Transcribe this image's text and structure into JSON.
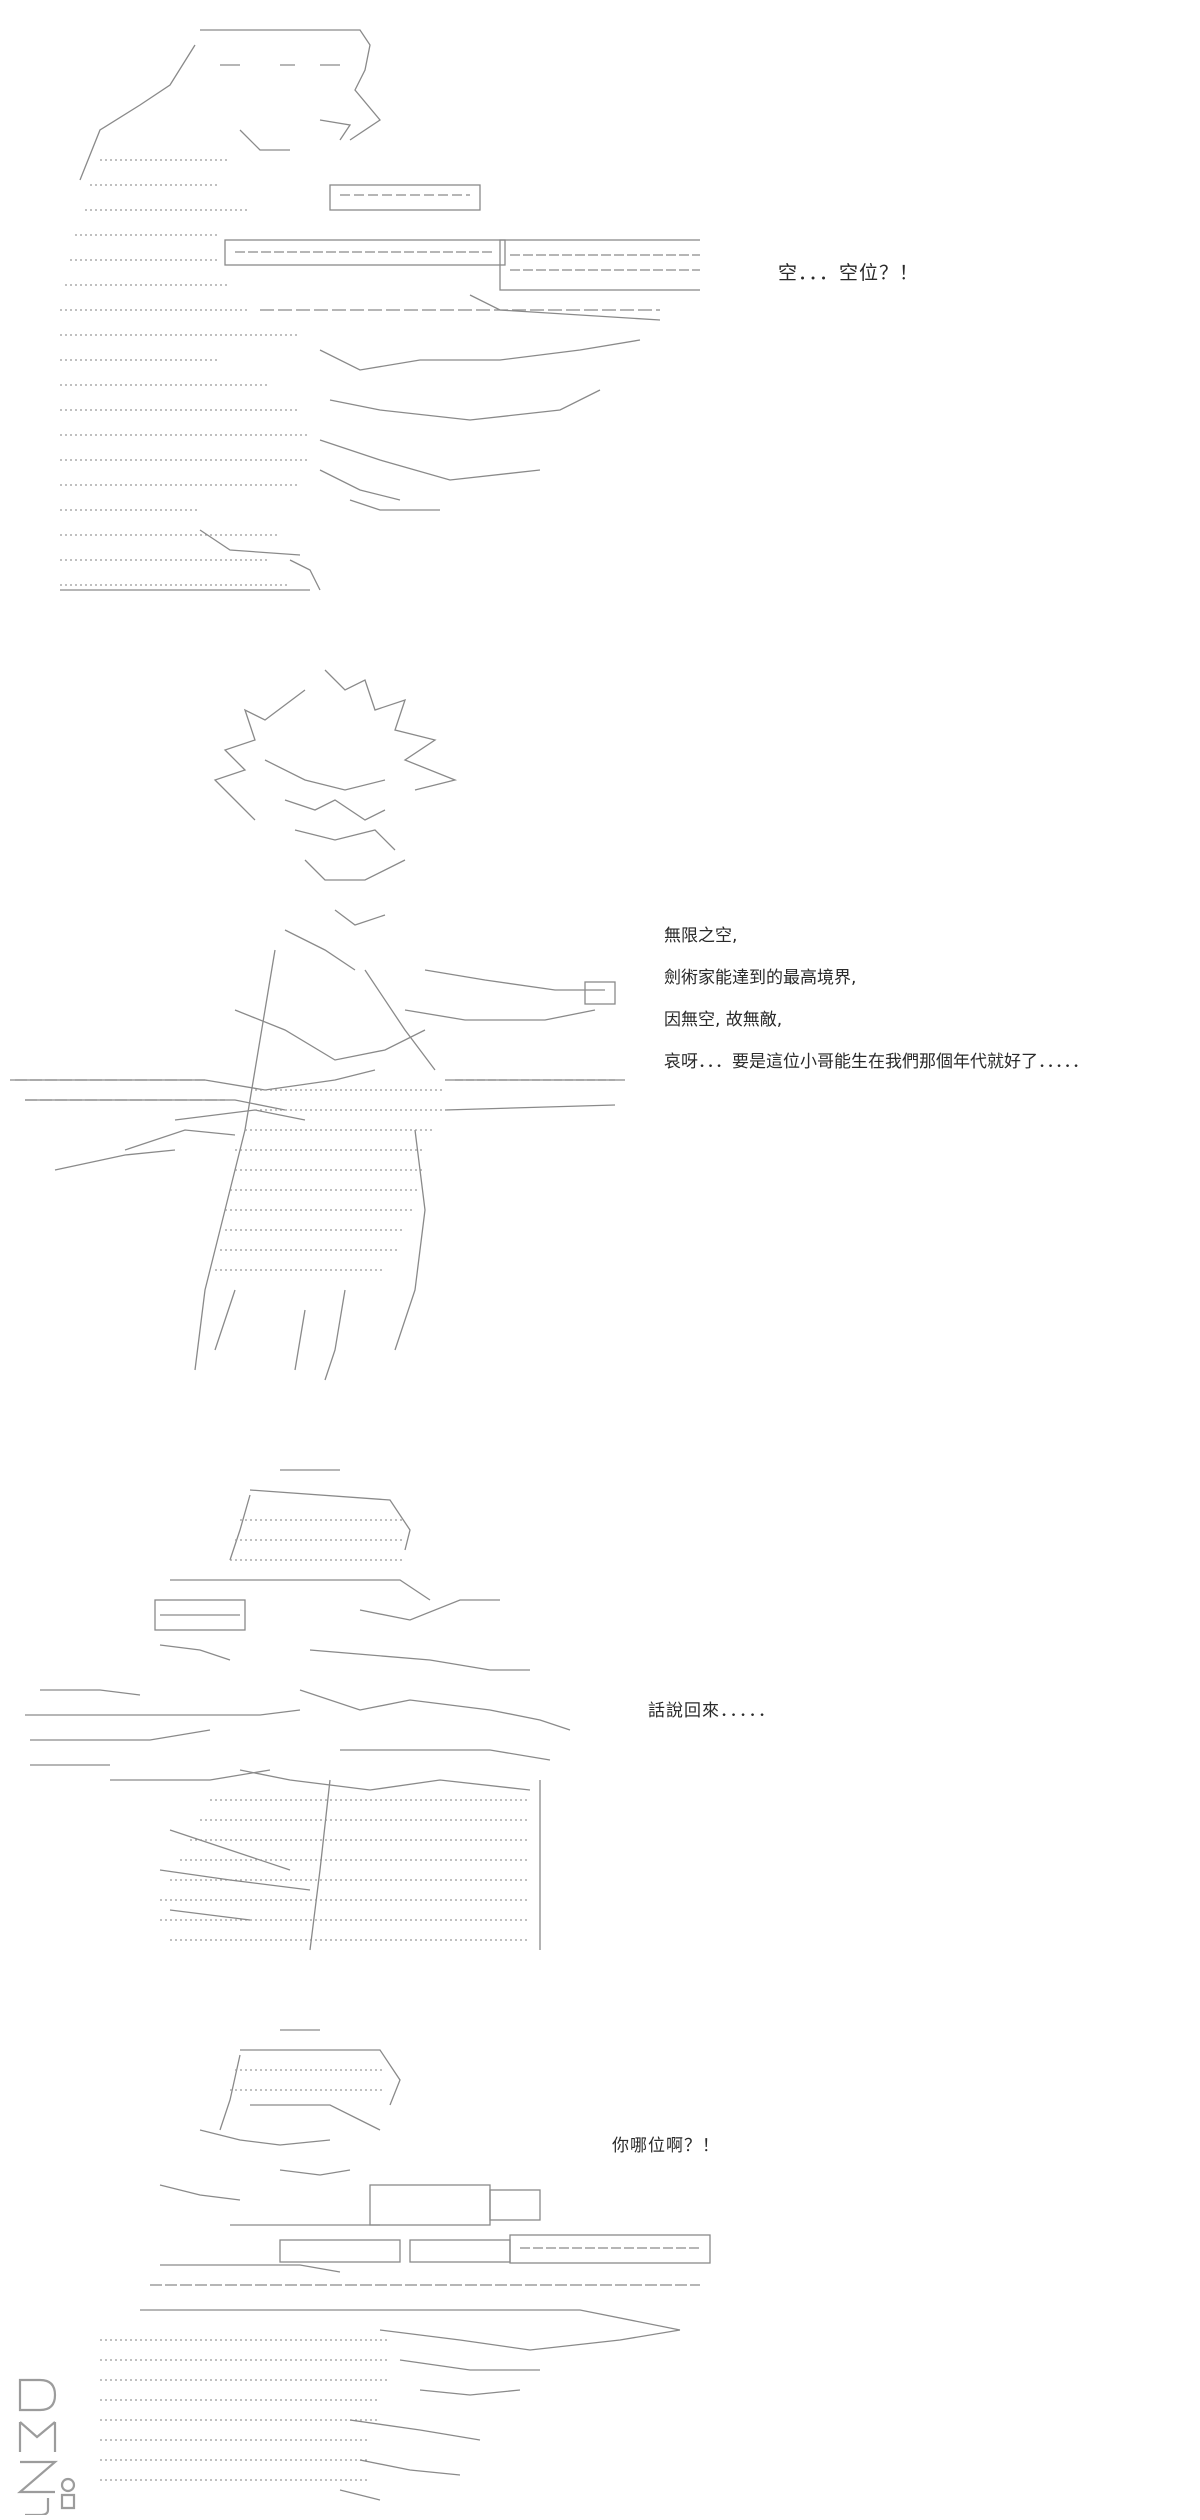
{
  "panels": [
    {
      "id": 1,
      "dialogue": [
        "空．．．空位？！"
      ]
    },
    {
      "id": 2,
      "dialogue": [
        "無限之空,",
        "劍術家能達到的最高境界,",
        "因無空, 故無敵,",
        "哀呀．．．要是這位小哥能生在我們那個年代就好了．．．．．"
      ]
    },
    {
      "id": 3,
      "dialogue": [
        "話說回來．．．．．"
      ]
    },
    {
      "id": 4,
      "dialogue": [
        "你哪位啊？！"
      ]
    }
  ],
  "watermark": {
    "text": "DMZJ",
    "suffix": ".com"
  },
  "colors": {
    "background": "#ffffff",
    "ink": "#2b2b2b",
    "art_line": "#8a8a8a"
  }
}
